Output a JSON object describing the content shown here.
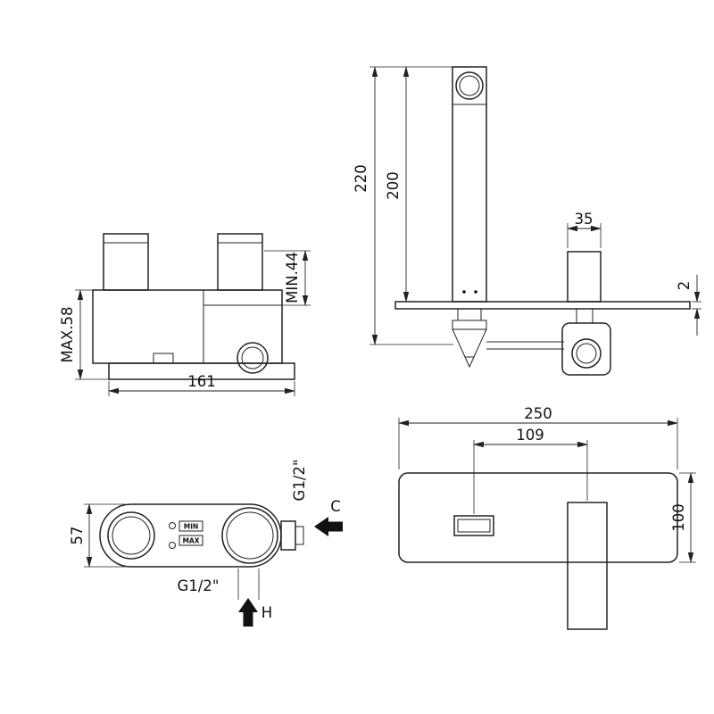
{
  "colors": {
    "background": "#ffffff",
    "line": "#222222",
    "text": "#111111"
  },
  "views": {
    "body_side": {
      "dim_max_height": "MAX.58",
      "dim_min_height": "MIN.44",
      "dim_length": "161"
    },
    "faucet_front": {
      "dim_total_height": "220",
      "dim_spout_height": "200",
      "dim_handle_width": "35",
      "dim_plate_thickness": "2"
    },
    "body_top": {
      "dim_depth": "57",
      "thread_side": "G1/2\"",
      "thread_bottom": "G1/2\"",
      "cold_label": "C",
      "hot_label": "H",
      "min_label": "MIN",
      "max_label": "MAX"
    },
    "plate_front": {
      "dim_width": "250",
      "dim_spout_offset": "109",
      "dim_height": "100"
    }
  }
}
